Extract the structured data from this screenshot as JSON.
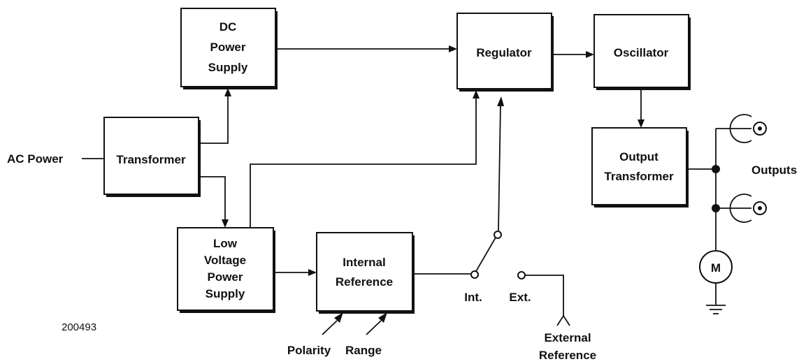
{
  "blocks": {
    "dc_power_supply": [
      "DC",
      "Power",
      "Supply"
    ],
    "transformer": [
      "Transformer"
    ],
    "low_voltage_power_supply": [
      "Low",
      "Voltage",
      "Power",
      "Supply"
    ],
    "internal_reference": [
      "Internal",
      "Reference"
    ],
    "regulator": [
      "Regulator"
    ],
    "oscillator": [
      "Oscillator"
    ],
    "output_transformer": [
      "Output",
      "Transformer"
    ]
  },
  "labels": {
    "ac_power": "AC Power",
    "polarity": "Polarity",
    "range": "Range",
    "int": "Int.",
    "ext": "Ext.",
    "external_reference": [
      "External",
      "Reference"
    ],
    "outputs": "Outputs",
    "meter": "M",
    "figure_number": "200493"
  }
}
